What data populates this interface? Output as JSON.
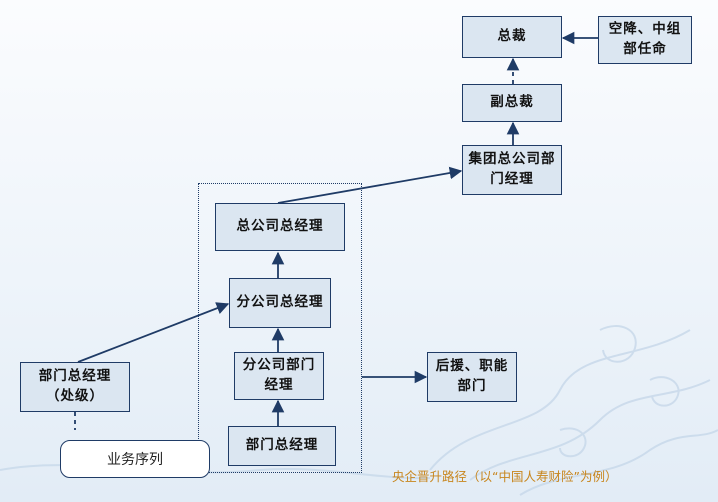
{
  "nodes": {
    "president": "总裁",
    "appointment": "空降、中组部任命",
    "vice_president": "副总裁",
    "group_hq_dept_manager": "集团总公司部门经理",
    "hq_general_manager": "总公司总经理",
    "branch_general_manager": "分公司总经理",
    "branch_dept_manager": "分公司部门经理",
    "dept_general_manager_bottom": "部门总经理",
    "dept_general_manager_division": "部门总经理（处级）",
    "support_functions": "后援、职能部门"
  },
  "callout": "业务序列",
  "caption": "央企晋升路径（以“中国人寿财险”为例）",
  "colors": {
    "box_fill": "#dbe6f1",
    "box_border": "#1f3b66",
    "caption": "#c8861e",
    "arrow": "#1f3b66"
  }
}
